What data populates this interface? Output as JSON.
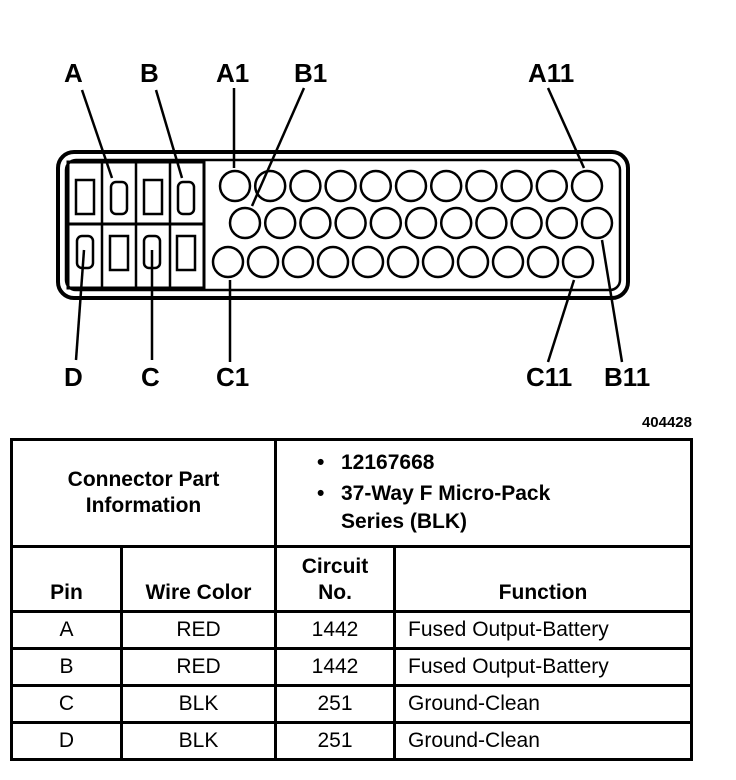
{
  "figure_id": "404428",
  "labels": {
    "A": "A",
    "B": "B",
    "A1": "A1",
    "B1": "B1",
    "A11": "A11",
    "D": "D",
    "C": "C",
    "C1": "C1",
    "C11": "C11",
    "B11": "B11"
  },
  "table": {
    "part_info_label": "Connector Part Information",
    "part_info_lines": [
      "Connector Part",
      "Information"
    ],
    "part_numbers": [
      {
        "bullet": "•",
        "lines": [
          "12167668"
        ]
      },
      {
        "bullet": "•",
        "lines": [
          "37-Way F Micro-Pack",
          "Series (BLK)"
        ]
      }
    ],
    "columns": {
      "pin": "Pin",
      "wire_color": "Wire Color",
      "circuit_lines": [
        "Circuit",
        "No."
      ],
      "function": "Function"
    },
    "rows": [
      {
        "pin": "A",
        "wire_color": "RED",
        "circuit": "1442",
        "function": "Fused Output-Battery"
      },
      {
        "pin": "B",
        "wire_color": "RED",
        "circuit": "1442",
        "function": "Fused Output-Battery"
      },
      {
        "pin": "C",
        "wire_color": "BLK",
        "circuit": "251",
        "function": "Ground-Clean"
      },
      {
        "pin": "D",
        "wire_color": "BLK",
        "circuit": "251",
        "function": "Ground-Clean"
      }
    ]
  }
}
